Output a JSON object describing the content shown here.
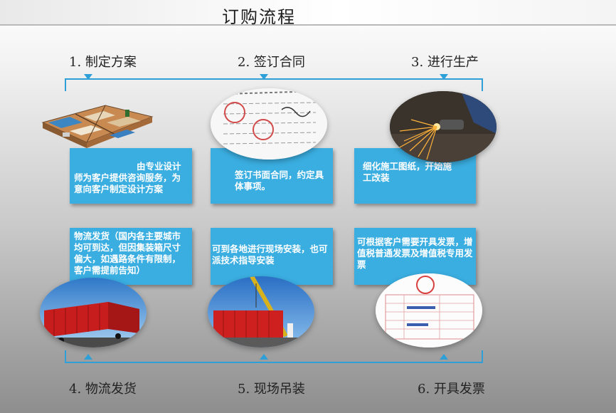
{
  "title": "订购流程",
  "steps": {
    "s1": "1. 制定方案",
    "s2": "2. 签订合同",
    "s3": "3. 进行生产",
    "s4": "4. 物流发货",
    "s5": "5. 现场吊装",
    "s6": "6. 开具发票"
  },
  "cards": {
    "c1": "由专业设计师为客户提供咨询服务，为意向客户制定设计方案",
    "c2": "签订书面合同，约定具体事项。",
    "c3": "细化施工图纸，开始施工改装",
    "c4": "物流发货（国内各主要城市均可到达，但因集装箱尺寸偏大，如遇路条件有限制，客户需提前告知）",
    "c5": "可到各地进行现场安装，也可派技术指导安装",
    "c6": "可根据客户需要开具发票，增值税普通发票及增值税专用发票"
  },
  "colors": {
    "accent": "#3aaee1",
    "frame": "#2f9fd8"
  }
}
